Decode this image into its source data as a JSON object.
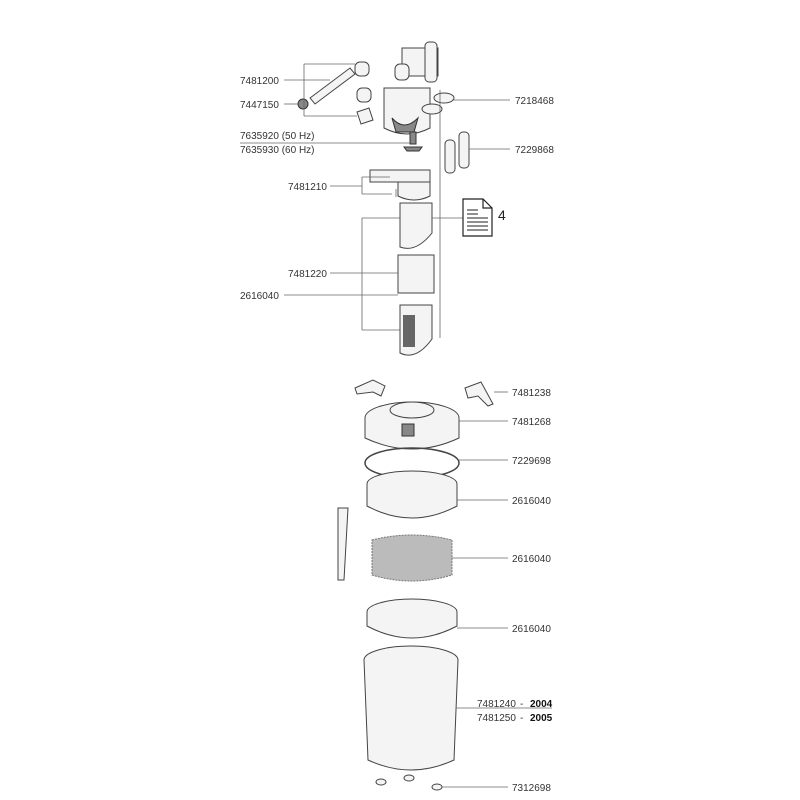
{
  "title": "Filter exploded parts diagram",
  "upper_labels": {
    "p7481200": "7481200",
    "p7447150": "7447150",
    "p7635920": "7635920 (50 Hz)",
    "p7635930": "7635930 (60 Hz)",
    "p7481210": "7481210",
    "p7481220": "7481220",
    "p2616040": "2616040",
    "p7218468": "7218468",
    "p7229868": "7229868",
    "doc_number": "4"
  },
  "lower_labels": {
    "p7481238": "7481238",
    "p7481268": "7481268",
    "p7229698": "7229698",
    "p2616040_a": "2616040",
    "p2616040_b": "2616040",
    "p2616040_c": "2616040",
    "p7481240": "7481240",
    "p7481240_sep": "-",
    "p7481240_model": "2004",
    "p7481250": "7481250",
    "p7481250_sep": "-",
    "p7481250_model": "2005",
    "p7312698": "7312698"
  },
  "icons": [
    "document-icon"
  ]
}
